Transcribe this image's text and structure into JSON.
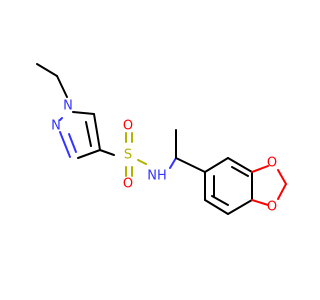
{
  "molecule": {
    "atoms": {
      "n1": "N",
      "n2": "N",
      "s": "S",
      "o_top": "O",
      "o_bottom": "O",
      "nh": "NH",
      "o_ring1": "O",
      "o_ring2": "O"
    },
    "colors": {
      "carbon": "#000000",
      "nitrogen": "#3333ff",
      "oxygen": "#ff0000",
      "sulfur": "#b2b200"
    }
  }
}
